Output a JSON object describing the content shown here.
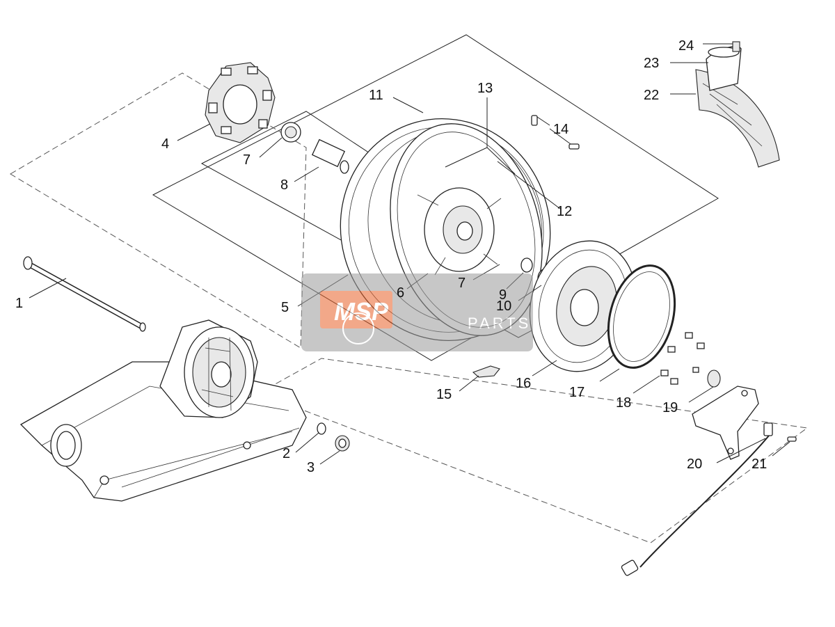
{
  "diagram": {
    "callouts": [
      {
        "id": "1",
        "text": "1"
      },
      {
        "id": "2",
        "text": "2"
      },
      {
        "id": "3",
        "text": "3"
      },
      {
        "id": "4",
        "text": "4"
      },
      {
        "id": "5",
        "text": "5"
      },
      {
        "id": "6",
        "text": "6"
      },
      {
        "id": "7a",
        "text": "7"
      },
      {
        "id": "7b",
        "text": "7"
      },
      {
        "id": "8",
        "text": "8"
      },
      {
        "id": "9",
        "text": "9"
      },
      {
        "id": "10",
        "text": "10"
      },
      {
        "id": "11",
        "text": "11"
      },
      {
        "id": "12",
        "text": "12"
      },
      {
        "id": "13",
        "text": "13"
      },
      {
        "id": "14",
        "text": "14"
      },
      {
        "id": "15",
        "text": "15"
      },
      {
        "id": "16",
        "text": "16"
      },
      {
        "id": "17",
        "text": "17"
      },
      {
        "id": "18",
        "text": "18"
      },
      {
        "id": "19",
        "text": "19"
      },
      {
        "id": "20",
        "text": "20"
      },
      {
        "id": "21",
        "text": "21"
      },
      {
        "id": "22",
        "text": "22"
      },
      {
        "id": "23",
        "text": "23"
      },
      {
        "id": "24",
        "text": "24"
      }
    ],
    "watermark": {
      "brand": "MSP",
      "subtitle": "PARTS",
      "colors": {
        "brand": "#e8622a",
        "panel": "#9a9a9a"
      }
    }
  }
}
